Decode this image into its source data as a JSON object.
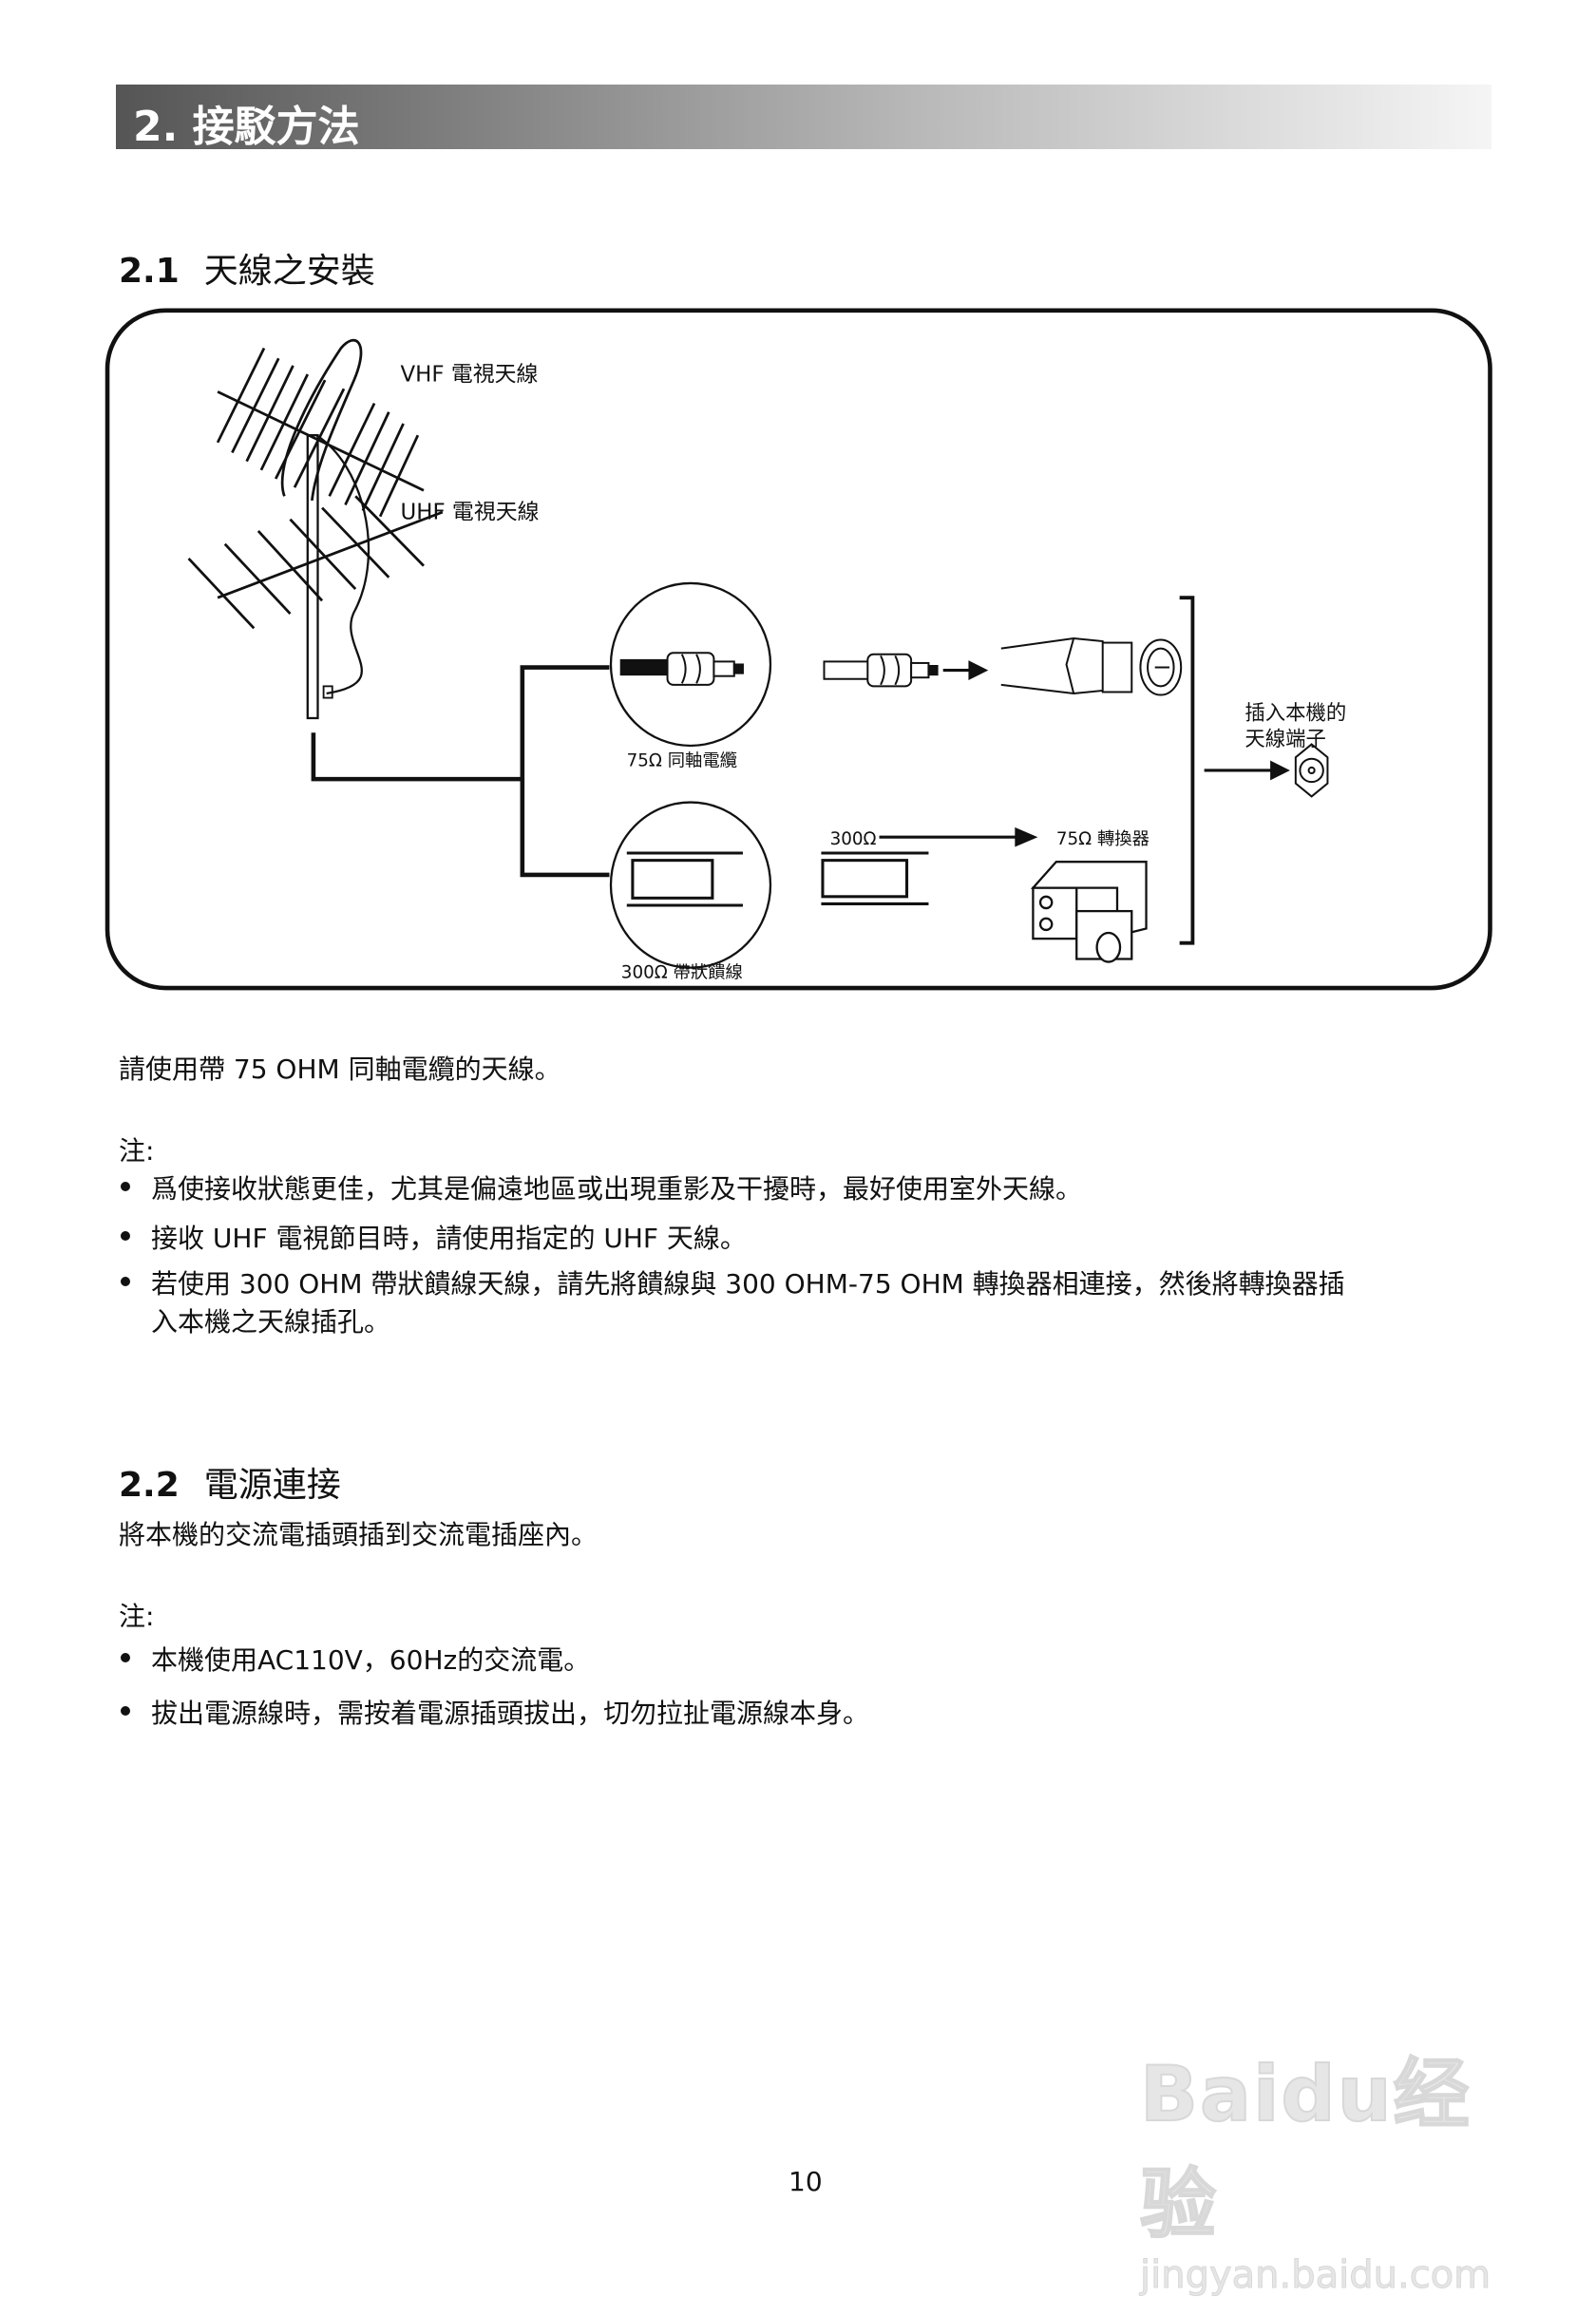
{
  "header": {
    "title": "2. 接駁方法"
  },
  "section1": {
    "number": "2.1",
    "title": "天線之安裝",
    "diagram": {
      "vhf_label": "VHF 電視天線",
      "uhf_label": "UHF 電視天線",
      "coax_label": "75Ω 同軸電纜",
      "ribbon_label": "300Ω 帶狀饋線",
      "ohm300": "300Ω",
      "converter_label": "75Ω 轉換器",
      "plug_label_1": "插入本機的",
      "plug_label_2": "天線端子"
    },
    "intro": "請使用帶 75 OHM 同軸電纜的天線。",
    "note_label": "注:",
    "notes": [
      "爲使接收狀態更佳，尤其是偏遠地區或出現重影及干擾時，最好使用室外天線。",
      "接收 UHF 電視節目時，請使用指定的 UHF 天線。",
      "若使用 300 OHM 帶狀饋線天線，請先將饋線與 300 OHM-75 OHM 轉換器相連接，然後將轉換器插",
      "入本機之天線插孔。"
    ]
  },
  "section2": {
    "number": "2.2",
    "title": "電源連接",
    "intro": "將本機的交流電插頭插到交流電插座內。",
    "note_label": "注:",
    "notes": [
      "本機使用AC110V，60Hz的交流電。",
      "拔出電源線時，需按着電源插頭拔出，切勿拉扯電源線本身。"
    ]
  },
  "page_number": "10",
  "watermark": {
    "line1": "Baidu经验",
    "line2": "jingyan.baidu.com"
  }
}
